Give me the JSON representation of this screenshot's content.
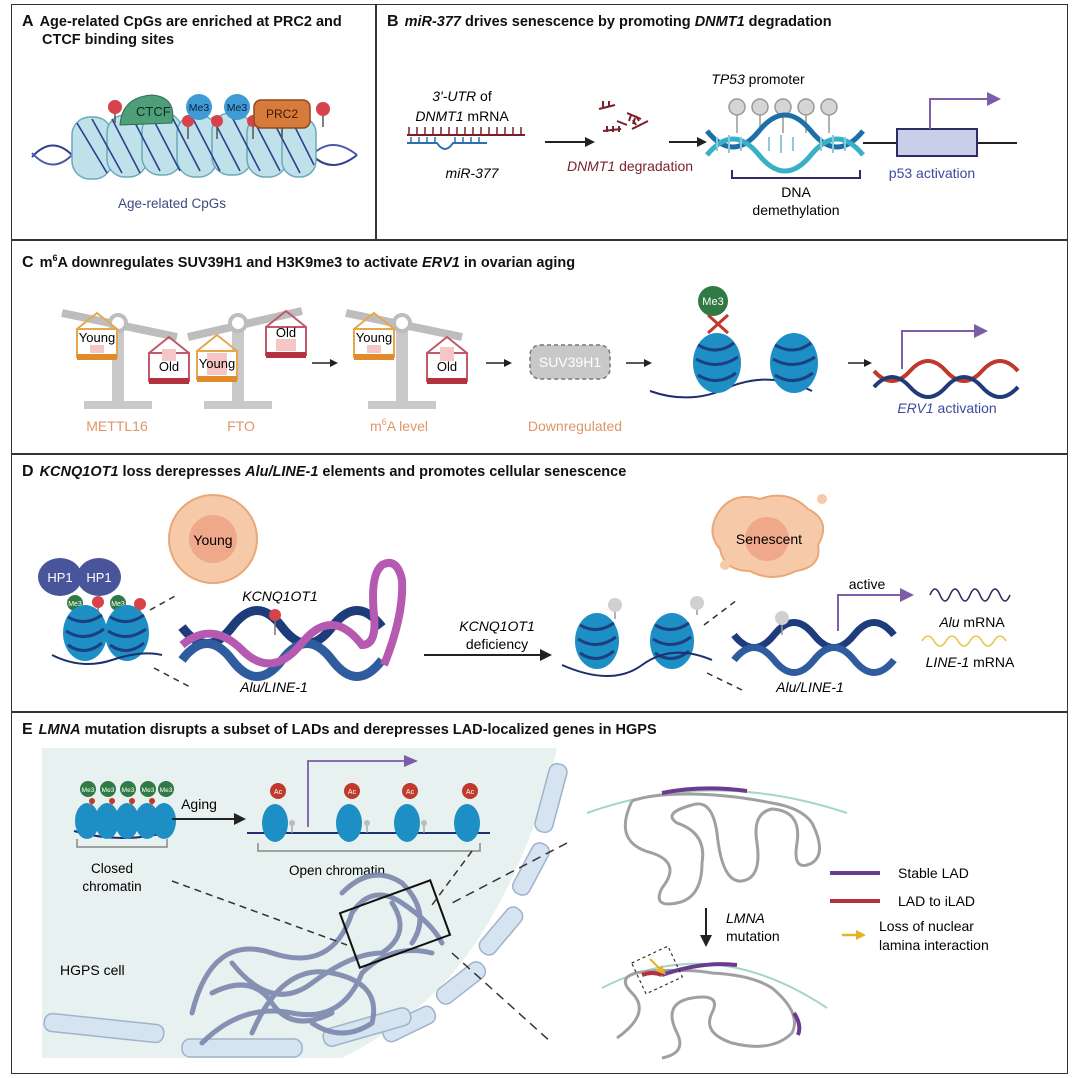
{
  "panel_a": {
    "letter": "A",
    "title_line1": "Age-related CpGs  are enriched at PRC2 and",
    "title_line2": "CTCF binding sites",
    "ctcf": "CTCF",
    "me3_1": "Me3",
    "me3_2": "Me3",
    "prc2": "PRC2",
    "caption": "Age-related CpGs"
  },
  "panel_b": {
    "letter": "B",
    "title_part1": "miR-377",
    "title_part2": " drives senescence by promoting ",
    "title_part3": "DNMT1",
    "title_part4": " degradation",
    "utr_line1_a": "3'-UTR",
    "utr_line1_b": " of",
    "utr_line2_a": "DNMT1",
    "utr_line2_b": " mRNA",
    "mir": "miR-377",
    "degradation_a": "DNMT1",
    "degradation_b": " degradation",
    "promoter_a": "TP53",
    "promoter_b": " promoter",
    "demethylation_line1": "DNA",
    "demethylation_line2": "demethylation",
    "activation": "p53 activation"
  },
  "panel_c": {
    "letter": "C",
    "title_part1": "m",
    "title_sup": "6",
    "title_part2": "A downregulates SUV39H1 and H3K9me3 to activate ",
    "title_part3": "ERV1",
    "title_part4": " in ovarian aging",
    "young1": "Young",
    "old1": "Old",
    "young2": "Young",
    "old2": "Old",
    "young3": "Young",
    "old3": "Old",
    "label_mettl16": "METTL16",
    "label_fto": "FTO",
    "label_m6a_a": "m",
    "label_m6a_sup": "6",
    "label_m6a_b": "A level",
    "suv": "SUV39H1",
    "label_down": "Downregulated",
    "me3": "Me3",
    "erv_a": "ERV1",
    "erv_b": " activation"
  },
  "panel_d": {
    "letter": "D",
    "title_part1": "KCNQ1OT1",
    "title_part2": " loss derepresses ",
    "title_part3": "Alu/LINE-1",
    "title_part4": " elements and promotes cellular senescence",
    "hp1_a": "HP1",
    "hp1_b": "HP1",
    "me3_a": "Me3",
    "me3_b": "Me3",
    "young": "Young",
    "kcnq": "KCNQ1OT1",
    "alu_line_1": "Alu/LINE-1",
    "deficiency_a": "KCNQ1OT1",
    "deficiency_b": "deficiency",
    "senescent": "Senescent",
    "active": "active",
    "alu_mrna_a": "Alu",
    "alu_mrna_b": "  mRNA",
    "line_mrna_a": "LINE-1",
    "line_mrna_b": "  mRNA",
    "alu_line_2": "Alu/LINE-1"
  },
  "panel_e": {
    "letter": "E",
    "title_part1": "LMNA",
    "title_part2": " mutation disrupts a subset of LADs and derepresses LAD-localized genes in HGPS",
    "me3_labels": [
      "Me3",
      "Me3",
      "Me3",
      "Me3",
      "Me3"
    ],
    "aging": "Aging",
    "ac_labels": [
      "Ac",
      "Ac",
      "Ac",
      "Ac"
    ],
    "closed_line1": "Closed",
    "closed_line2": "chromatin",
    "open": "Open  chromatin",
    "hgps": "HGPS cell",
    "lmna_a": "LMNA",
    "lmna_b": "mutation",
    "legend": [
      {
        "label": "Stable LAD",
        "color": "#6b3b8f"
      },
      {
        "label": "LAD to iLAD",
        "color": "#b3323e"
      }
    ],
    "loss_line1": "Loss of nuclear",
    "loss_line2": "lamina interaction",
    "loss_color": "#e6b422"
  }
}
